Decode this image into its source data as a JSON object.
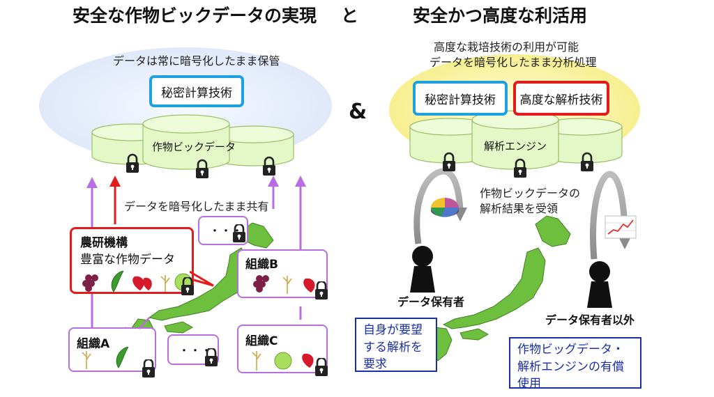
{
  "title": {
    "left": "安全な作物ビックデータの実現",
    "connector": "と",
    "right": "安全かつ高度な利活用"
  },
  "left_panel": {
    "caption": "データは常に暗号化したまま保管",
    "secure_box": "秘密計算技術",
    "db_label": "作物ビックデータ",
    "share_label": "データを暗号化したまま共有",
    "naro": {
      "name": "農研機構",
      "desc": "豊富な作物データ"
    },
    "org_a": "組織A",
    "org_b": "組織B",
    "org_c": "組織C",
    "ellipsis_top": "・・・",
    "ellipsis_bottom": "・・・"
  },
  "ampersand": "&",
  "right_panel": {
    "caption_line1": "高度な栽培技術の利用が可能",
    "caption_line2": "データを暗号化したまま分析処理",
    "secure_box": "秘密計算技術",
    "analysis_box": "高度な解析技術",
    "engine_label": "解析エンジン",
    "result_line1": "作物ビックデータの",
    "result_line2": "解析結果を受領",
    "holder_label": "データ保有者",
    "non_holder_label": "データ保有者以外",
    "holder_note": "自身が要望する解析を要求",
    "non_holder_note": "作物ビッグデータ・解析エンジンの有償使用"
  },
  "colors": {
    "purple": "#b86ee0",
    "red": "#e31b1b",
    "blue": "#1da1e0",
    "navy": "#1a2ea8",
    "map_green": "#6fbf3f",
    "cylinder_green": "#e4f7c6",
    "left_ellipse": "#e3ecfb",
    "right_ellipse": "#fbf6b0"
  },
  "icons": [
    "lock-icon",
    "person-icon",
    "pie-chart-icon",
    "line-chart-icon",
    "grape-icon",
    "pea-pod-icon",
    "strawberry-icon",
    "rice-plant-icon",
    "cabbage-icon"
  ]
}
